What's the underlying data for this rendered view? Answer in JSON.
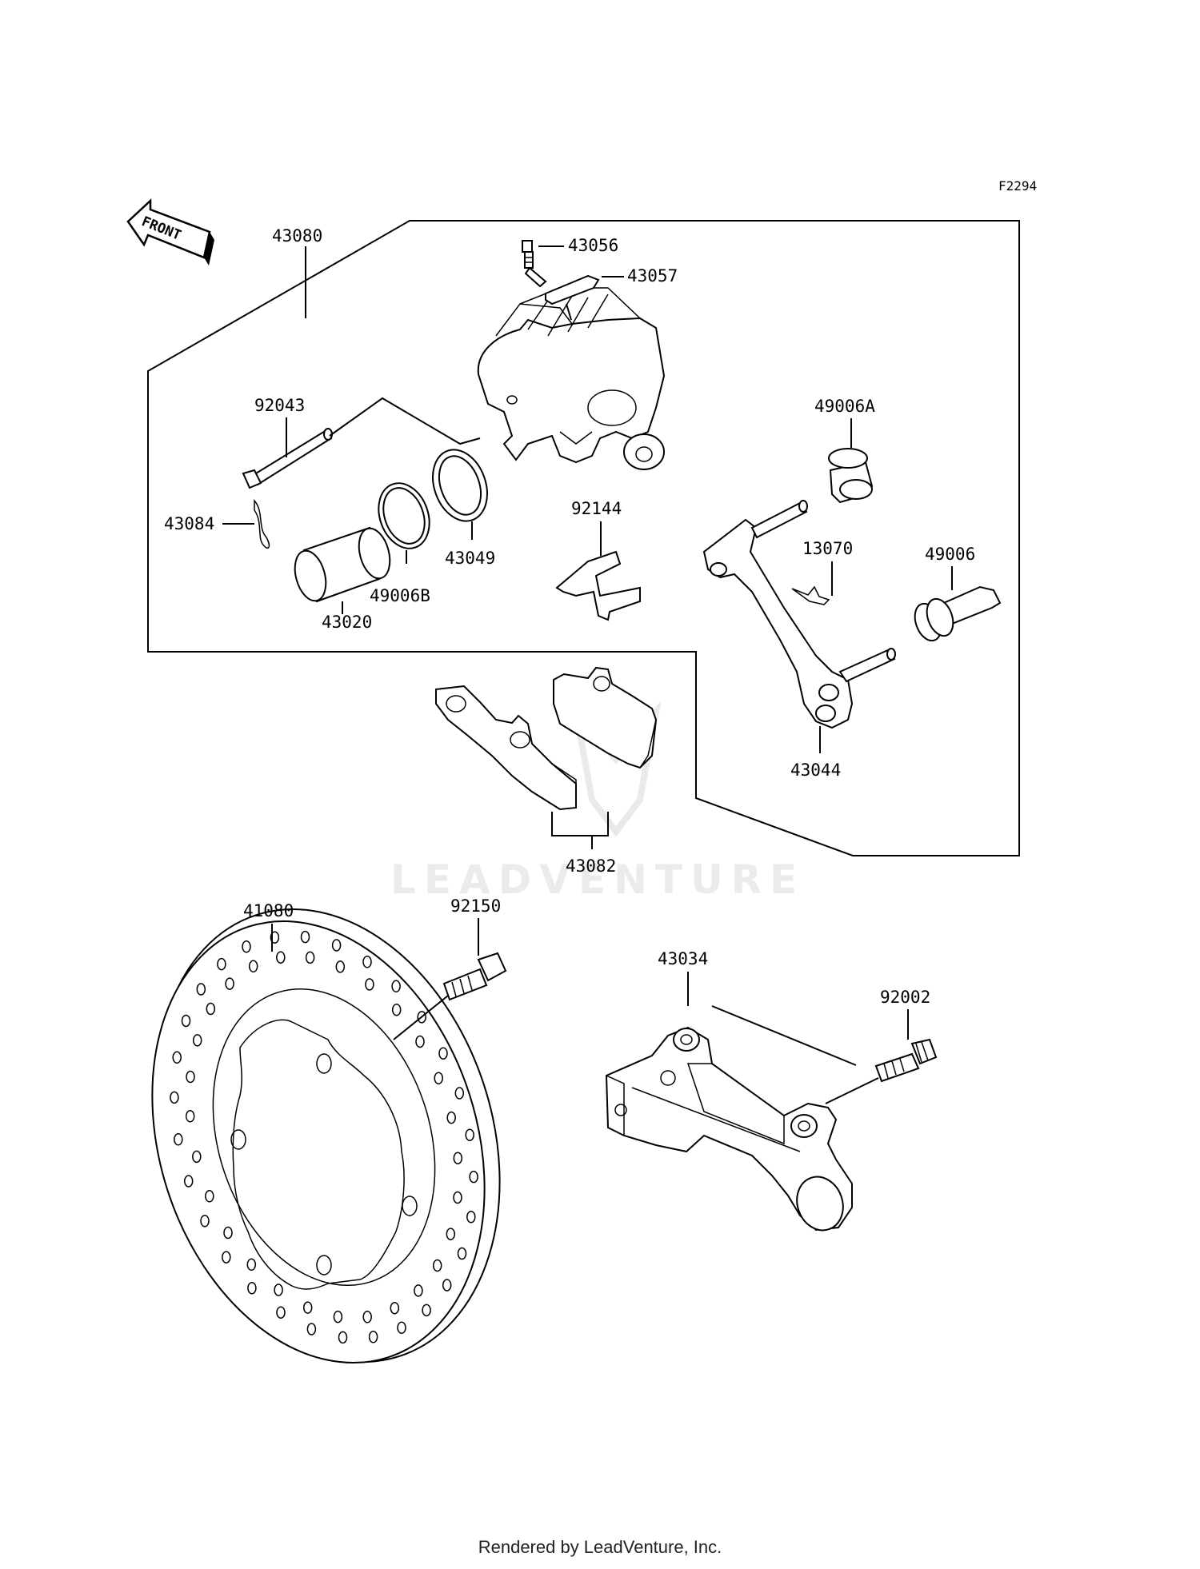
{
  "figure_code": "F2294",
  "front_label": "FRONT",
  "watermark": "LEADVENTURE",
  "footer": "Rendered by LeadVenture, Inc.",
  "parts": [
    {
      "number": "43080",
      "name": "caliper-assembly"
    },
    {
      "number": "43056",
      "name": "bleeder-valve"
    },
    {
      "number": "43057",
      "name": "bleeder-cap"
    },
    {
      "number": "92043",
      "name": "pad-pin"
    },
    {
      "number": "43084",
      "name": "retaining-clip"
    },
    {
      "number": "43049",
      "name": "seal-a"
    },
    {
      "number": "49006B",
      "name": "seal-b"
    },
    {
      "number": "43020",
      "name": "piston"
    },
    {
      "number": "92144",
      "name": "pad-spring"
    },
    {
      "number": "49006A",
      "name": "boot-a"
    },
    {
      "number": "13070",
      "name": "clip"
    },
    {
      "number": "49006",
      "name": "boot-pin"
    },
    {
      "number": "43044",
      "name": "caliper-holder"
    },
    {
      "number": "43082",
      "name": "brake-pad-set"
    },
    {
      "number": "41080",
      "name": "brake-disc"
    },
    {
      "number": "92150",
      "name": "disc-bolt"
    },
    {
      "number": "43034",
      "name": "caliper-bracket"
    },
    {
      "number": "92002",
      "name": "bracket-bolt"
    }
  ]
}
